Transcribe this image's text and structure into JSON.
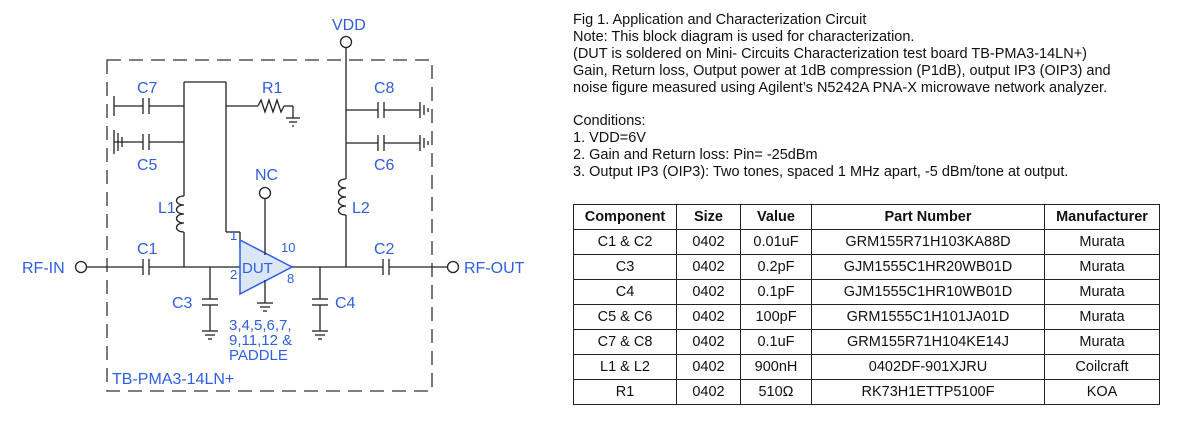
{
  "schematic": {
    "labels": {
      "vdd": "VDD",
      "rf_in": "RF-IN",
      "rf_out": "RF-OUT",
      "nc": "NC",
      "dut": "DUT",
      "board": "TB-PMA3-14LN+",
      "pin1": "1",
      "pin2": "2",
      "pin8": "8",
      "pin10": "10",
      "ground_pins": [
        "3,4,5,6,7,",
        "9,11,12 &",
        "PADDLE"
      ]
    },
    "components": {
      "c1": "C1",
      "c2": "C2",
      "c3": "C3",
      "c4": "C4",
      "c5": "C5",
      "c6": "C6",
      "c7": "C7",
      "c8": "C8",
      "l1": "L1",
      "l2": "L2",
      "r1": "R1"
    },
    "colors": {
      "label": "#2f5fe0",
      "wire": "#222222",
      "dut_fill": "#dbe6f7",
      "dut_stroke": "#2f5fe0"
    }
  },
  "notes": [
    "Fig 1. Application and Characterization Circuit",
    "Note: This block diagram is used for characterization.",
    "(DUT is soldered on Mini- Circuits Characterization test board TB-PMA3-14LN+)",
    "Gain, Return loss, Output power at 1dB compression (P1dB), output IP3 (OIP3) and",
    "noise figure measured using Agilent’s N5242A PNA-X microwave network analyzer."
  ],
  "conditions": [
    "Conditions:",
    "1. VDD=6V",
    "2. Gain and Return loss: Pin= -25dBm",
    "3. Output IP3 (OIP3): Two tones, spaced 1 MHz apart, -5 dBm/tone at output."
  ],
  "table": {
    "headers": [
      "Component",
      "Size",
      "Value",
      "Part Number",
      "Manufacturer"
    ],
    "rows": [
      [
        "C1 & C2",
        "0402",
        "0.01uF",
        "GRM155R71H103KA88D",
        "Murata"
      ],
      [
        "C3",
        "0402",
        "0.2pF",
        "GJM1555C1HR20WB01D",
        "Murata"
      ],
      [
        "C4",
        "0402",
        "0.1pF",
        "GJM1555C1HR10WB01D",
        "Murata"
      ],
      [
        "C5 & C6",
        "0402",
        "100pF",
        "GRM1555C1H101JA01D",
        "Murata"
      ],
      [
        "C7 & C8",
        "0402",
        "0.1uF",
        "GRM155R71H104KE14J",
        "Murata"
      ],
      [
        "L1 & L2",
        "0402",
        "900nH",
        "0402DF-901XJRU",
        "Coilcraft"
      ],
      [
        "R1",
        "0402",
        "510Ω",
        "RK73H1ETTP5100F",
        "KOA"
      ]
    ]
  }
}
